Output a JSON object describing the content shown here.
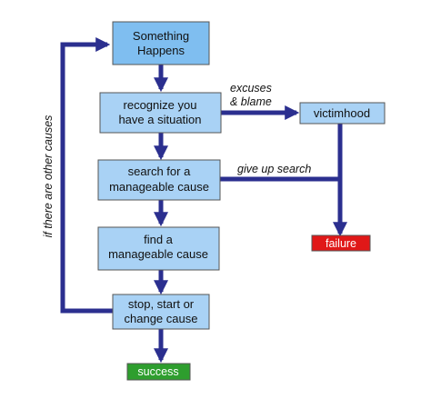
{
  "colors": {
    "arrow": "#2b2f8f",
    "box_fill": "#a9d2f5",
    "box_fill_top": "#7fbef0",
    "box_border": "#555555",
    "success_fill": "#2e9e2e",
    "failure_fill": "#e01818"
  },
  "nodes": {
    "something_happens": [
      "Something",
      "Happens"
    ],
    "recognize": [
      "recognize you",
      "have a situation"
    ],
    "search": [
      "search for a",
      "manageable cause"
    ],
    "find": [
      "find a",
      "manageable cause"
    ],
    "stop": [
      "stop, start or",
      "change cause"
    ],
    "victimhood": "victimhood",
    "failure": "failure",
    "success": "success"
  },
  "edge_labels": {
    "excuses": [
      "excuses",
      "& blame"
    ],
    "give_up": "give up search",
    "other_causes": "if there are other causes"
  }
}
